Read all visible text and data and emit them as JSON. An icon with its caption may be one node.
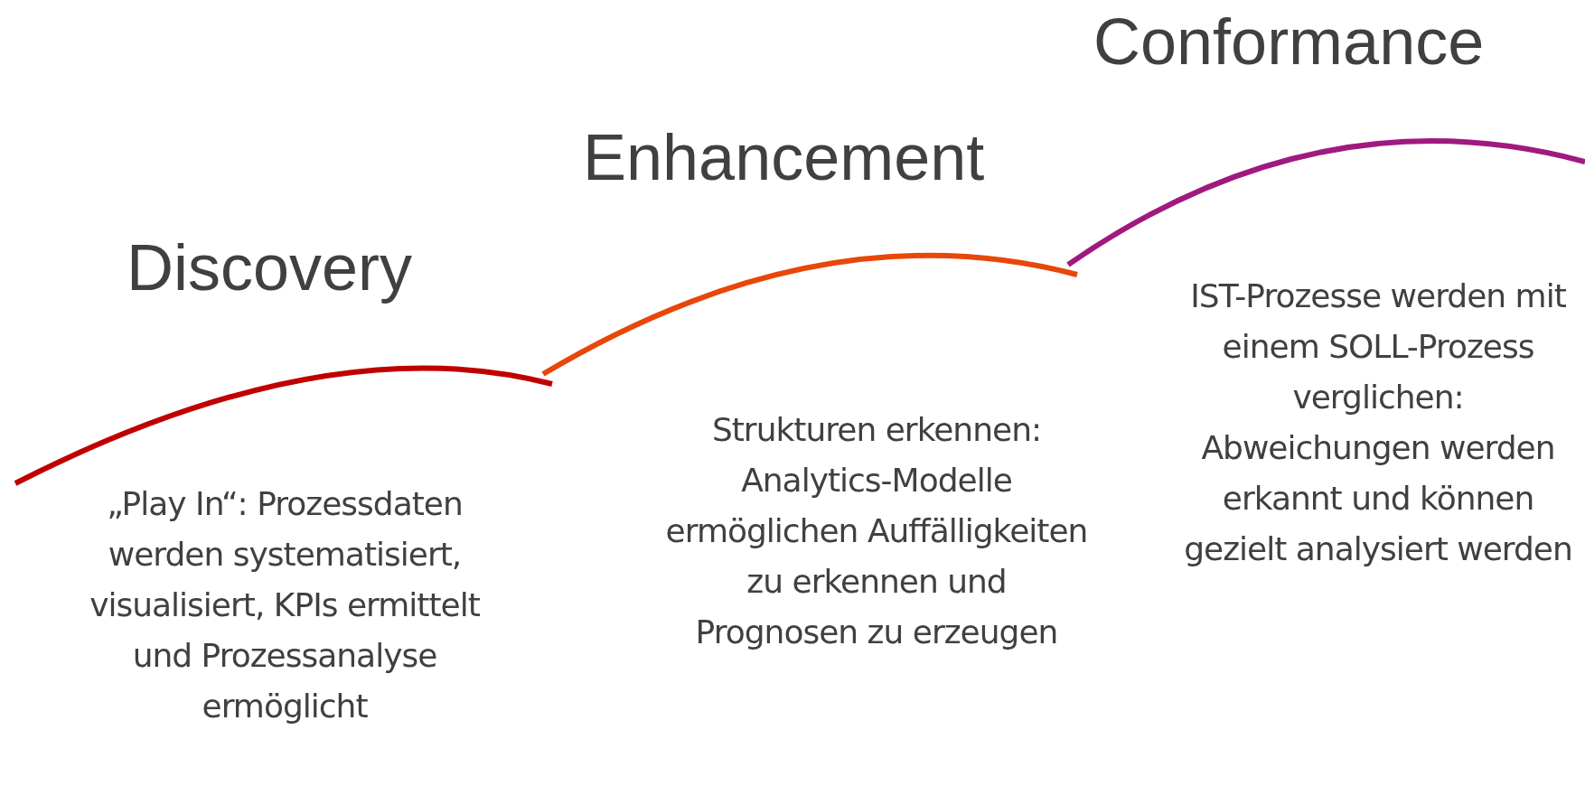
{
  "diagram": {
    "labels": [
      "Conformance",
      "Enhancement",
      "Discovery",
      "IST-Prozesse werden mit einem SOLL-Prozess verglichen: Abweichungen werden erkannt und können gezielt analysiert werden",
      "Strukturen erkennen: Analytics-Modelle ermöglichen Auffälligkeiten zu erkennen und Prognosen zu erzeugen",
      "„Play In“: Prozessdaten werden systematisiert, visualisiert, KPIs ermittelt und Prozessanalyse ermöglicht"
    ]
  }
}
